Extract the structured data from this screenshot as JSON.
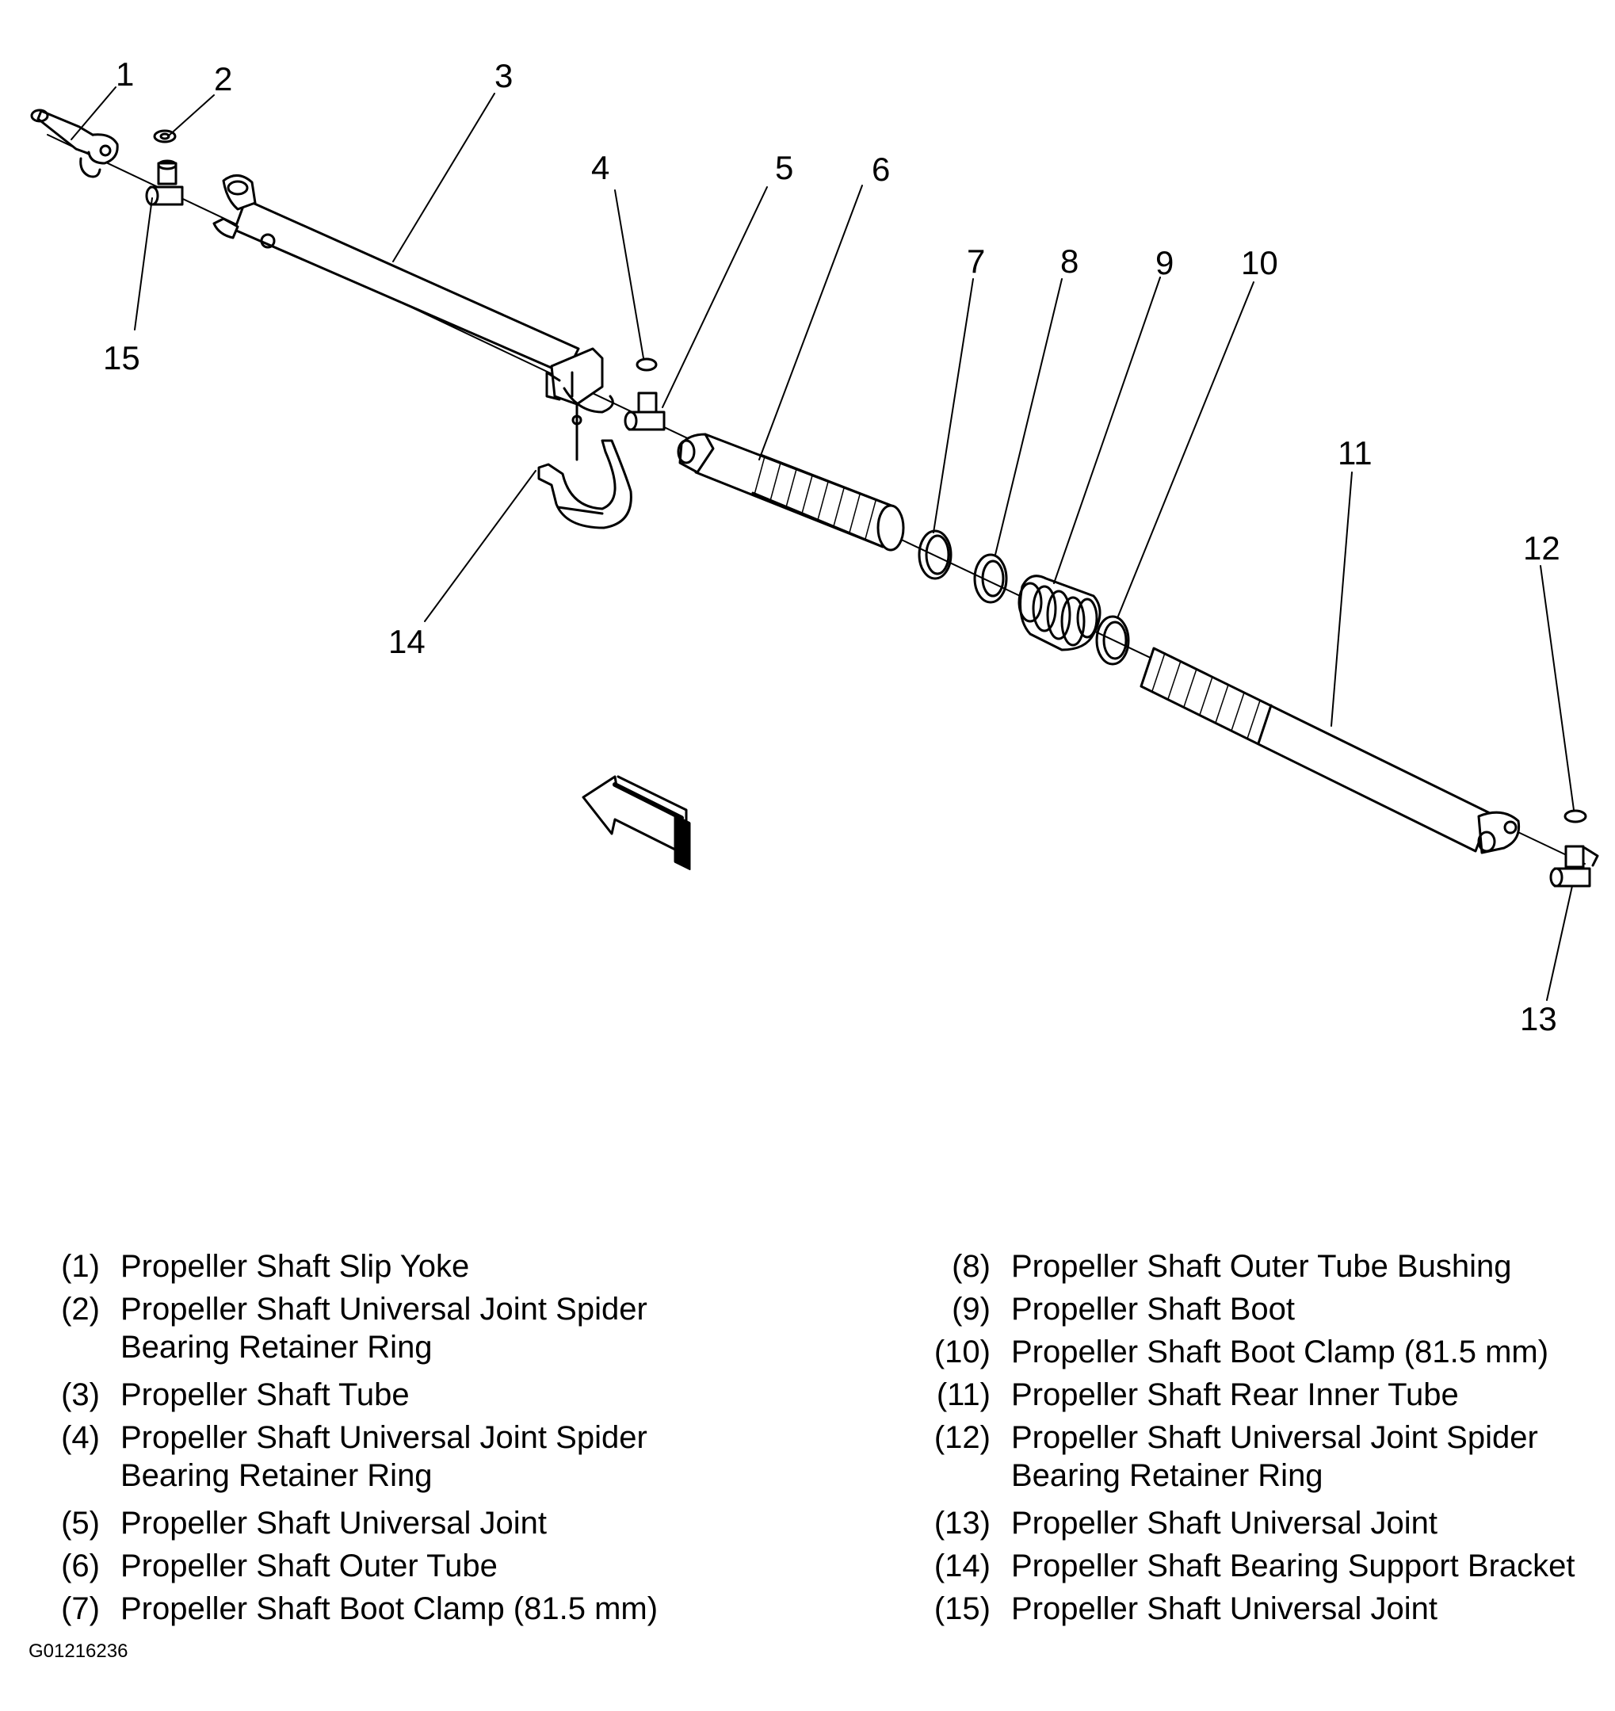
{
  "callouts": [
    "1",
    "2",
    "3",
    "4",
    "5",
    "6",
    "7",
    "8",
    "9",
    "10",
    "11",
    "12",
    "13",
    "14",
    "15"
  ],
  "legend": [
    {
      "num": "(1)",
      "text": "Propeller Shaft Slip Yoke"
    },
    {
      "num": "(2)",
      "text": "Propeller Shaft Universal Joint Spider Bearing Retainer Ring"
    },
    {
      "num": "(3)",
      "text": "Propeller Shaft Tube"
    },
    {
      "num": "(4)",
      "text": "Propeller Shaft Universal Joint Spider Bearing Retainer Ring"
    },
    {
      "num": "(5)",
      "text": "Propeller Shaft Universal Joint"
    },
    {
      "num": "(6)",
      "text": "Propeller Shaft Outer Tube"
    },
    {
      "num": "(7)",
      "text": "Propeller Shaft Boot Clamp (81.5 mm)"
    },
    {
      "num": "(8)",
      "text": "Propeller Shaft Outer Tube Bushing"
    },
    {
      "num": "(9)",
      "text": "Propeller Shaft Boot"
    },
    {
      "num": "(10)",
      "text": "Propeller Shaft Boot Clamp (81.5 mm)"
    },
    {
      "num": "(11)",
      "text": "Propeller Shaft Rear Inner Tube"
    },
    {
      "num": "(12)",
      "text": "Propeller Shaft Universal Joint Spider Bearing Retainer Ring"
    },
    {
      "num": "(13)",
      "text": "Propeller Shaft Universal Joint"
    },
    {
      "num": "(14)",
      "text": "Propeller Shaft Bearing Support Bracket"
    },
    {
      "num": "(15)",
      "text": "Propeller Shaft Universal Joint"
    }
  ],
  "figure_code": "G01216236"
}
